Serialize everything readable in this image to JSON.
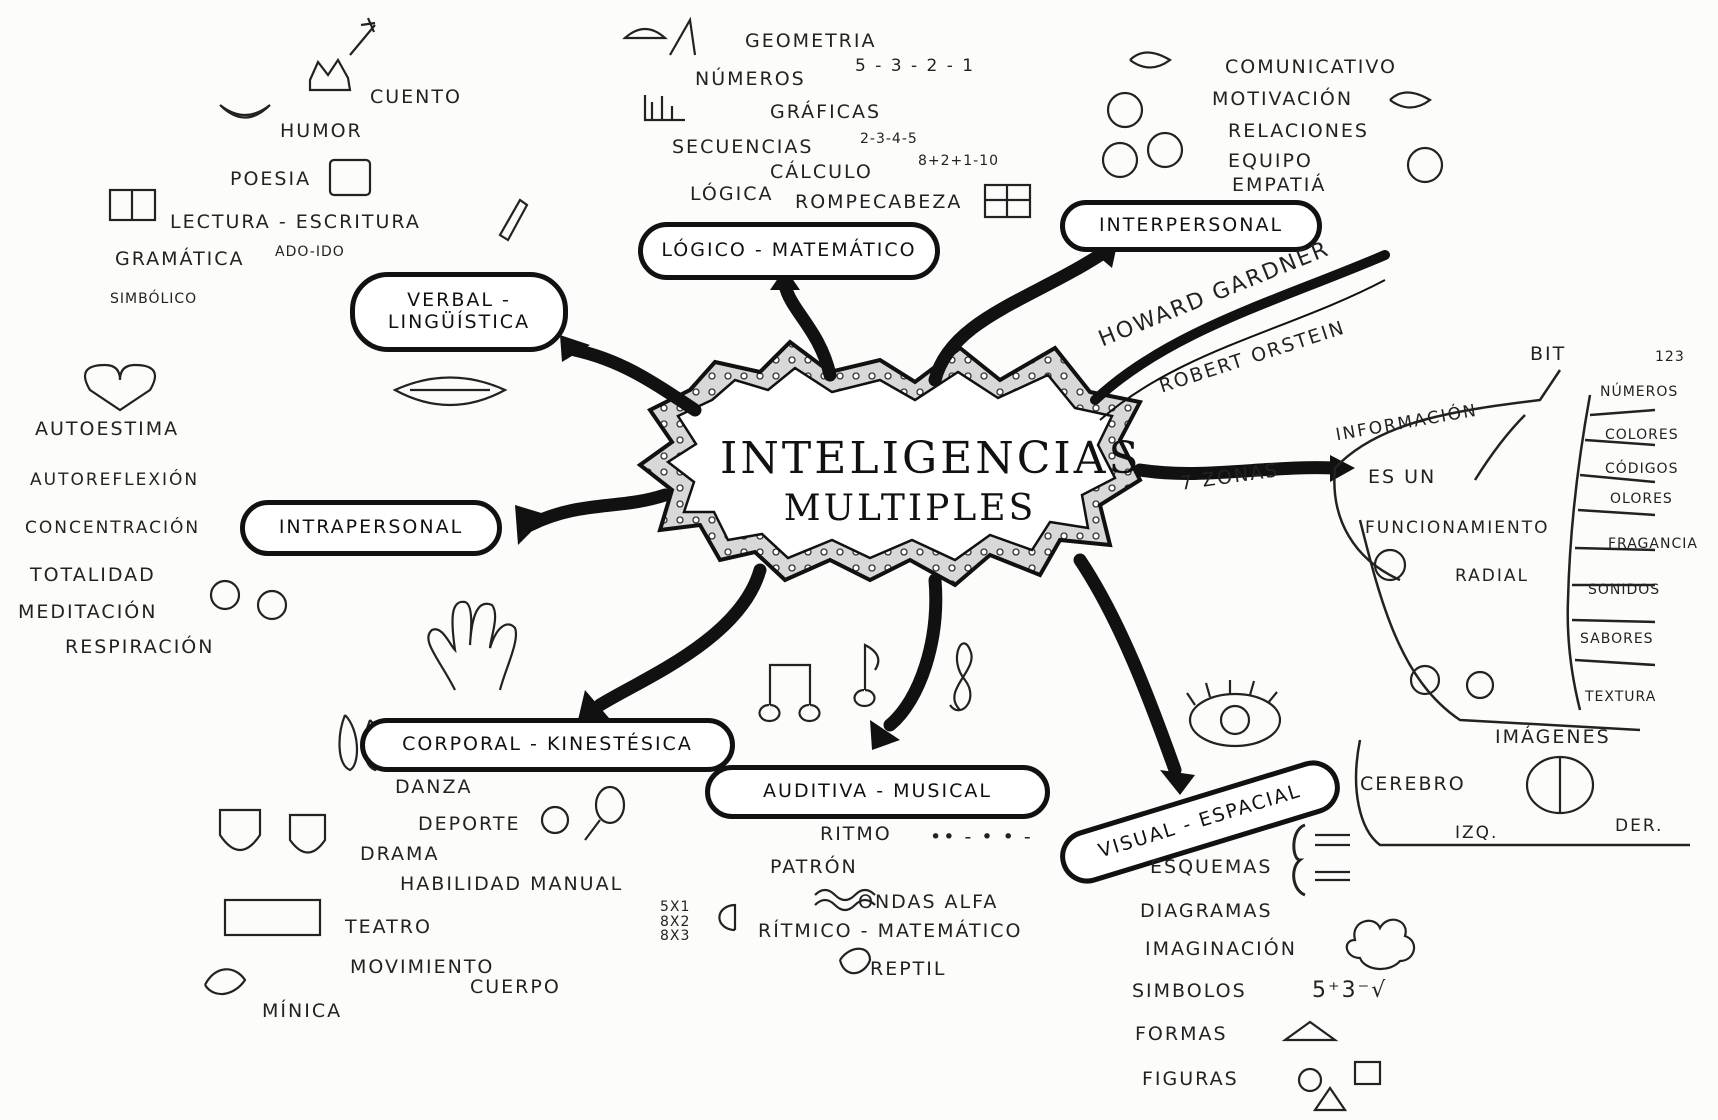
{
  "center": {
    "line1": "INTELIGENCIAS",
    "line2": "MULTIPLES"
  },
  "branches": {
    "logico": "LÓGICO - MATEMÁTICO",
    "verbal": "VERBAL - LINGÜÍSTICA",
    "intrapersonal": "INTRAPERSONAL",
    "interpersonal": "INTERPERSONAL",
    "corporal": "CORPORAL - KINESTÉSICA",
    "auditiva": "AUDITIVA - MUSICAL",
    "visual": "VISUAL - ESPACIAL"
  },
  "logico_items": {
    "geometria": "GEOMETRIA",
    "countdown": "5 - 3 - 2 - 1",
    "numeros": "NÚMEROS",
    "graficas": "GRÁFICAS",
    "secuencias": "SECUENCIAS",
    "seq_values": "2-3-4-5",
    "calculo": "CÁLCULO",
    "calc_values": "8+2+1-10",
    "logica": "LÓGICA",
    "rompecabeza": "ROMPECABEZA"
  },
  "verbal_items": {
    "cuento": "CUENTO",
    "humor": "HUMOR",
    "poesia": "POESIA",
    "lectura": "LECTURA - ESCRITURA",
    "gramatica": "GRAMÁTICA",
    "gramatica_note": "ADO-IDO",
    "simbolico": "SIMBÓLICO"
  },
  "interpersonal_items": {
    "comunicativo": "COMUNICATIVO",
    "motivacion": "MOTIVACIÓN",
    "relaciones": "RELACIONES",
    "equipo": "EQUIPO",
    "empatia": "EMPATIÁ"
  },
  "authors": {
    "gardner": "HOWARD GARDNER",
    "orstein": "ROBERT ORSTEIN"
  },
  "intrapersonal_items": {
    "autoestima": "AUTOESTIMA",
    "autoreflexion": "AUTOREFLEXIÓN",
    "concentracion": "CONCENTRACIÓN",
    "totalidad": "TOTALIDAD",
    "meditacion": "MEDITACIÓN",
    "respiracion": "RESPIRACIÓN"
  },
  "corporal_items": {
    "danza": "DANZA",
    "deporte": "DEPORTE",
    "drama": "DRAMA",
    "habilidad": "HABILIDAD MANUAL",
    "teatro": "TEATRO",
    "movimiento": "MOVIMIENTO",
    "cuerpo": "CUERPO",
    "mimica": "MÍNICA"
  },
  "auditiva_items": {
    "ritmo": "RITMO",
    "ritmo_marks": "•• - • • -",
    "patron": "PATRÓN",
    "ondas": "ONDAS ALFA",
    "ritmico": "RÍTMICO - MATEMÁTICO",
    "reptil": "REPTIL",
    "math": "5x1\n8x2\n8x3"
  },
  "visual_items": {
    "esquemas": "ESQUEMAS",
    "diagramas": "DIAGRAMAS",
    "imaginacion": "IMAGINACIÓN",
    "simbolos": "SIMBOLOS",
    "simbolos_math": "5⁺3⁻√",
    "formas": "FORMAS",
    "figuras": "FIGURAS"
  },
  "zonas": {
    "label": "7 ZONAS",
    "informacion": "INFORMACIÓN",
    "bit": "BIT",
    "num123": "123",
    "es_un": "ES UN",
    "funcionamiento": "FUNCIONAMIENTO",
    "radial": "RADIAL",
    "imagenes": "IMÁGENES",
    "cerebro": "CEREBRO",
    "izq": "IZQ.",
    "der": "DER.",
    "senses": [
      "NÚMEROS",
      "COLORES",
      "CÓDIGOS",
      "OLORES",
      "FRAGANCIA",
      "SONIDOS",
      "SABORES",
      "TEXTURA"
    ]
  }
}
